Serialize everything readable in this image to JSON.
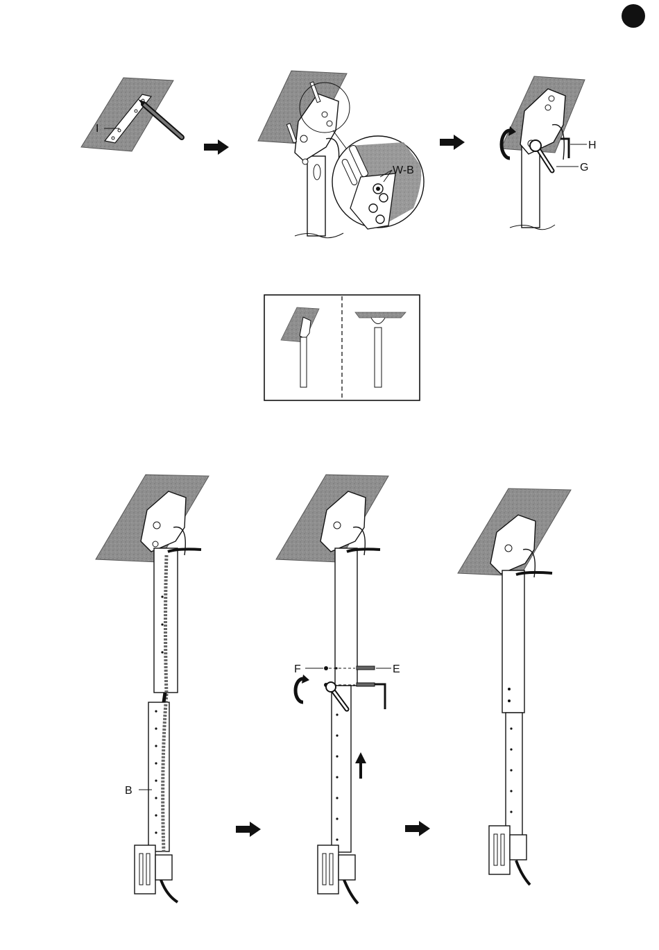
{
  "page_marker": {
    "shape": "filled-circle",
    "color": "#111111"
  },
  "colors": {
    "panel_fill": "#8f8f8f",
    "line": "#111111",
    "white": "#ffffff"
  },
  "labels": {
    "I": "I",
    "WB": "W-B",
    "H": "H",
    "G": "G",
    "F": "F",
    "E": "E",
    "B": "B"
  },
  "icons": [
    "arrow-right-icon",
    "rotate-ccw-icon",
    "arrow-up-icon",
    "wrench-icon",
    "hex-key-icon",
    "pencil-icon"
  ]
}
